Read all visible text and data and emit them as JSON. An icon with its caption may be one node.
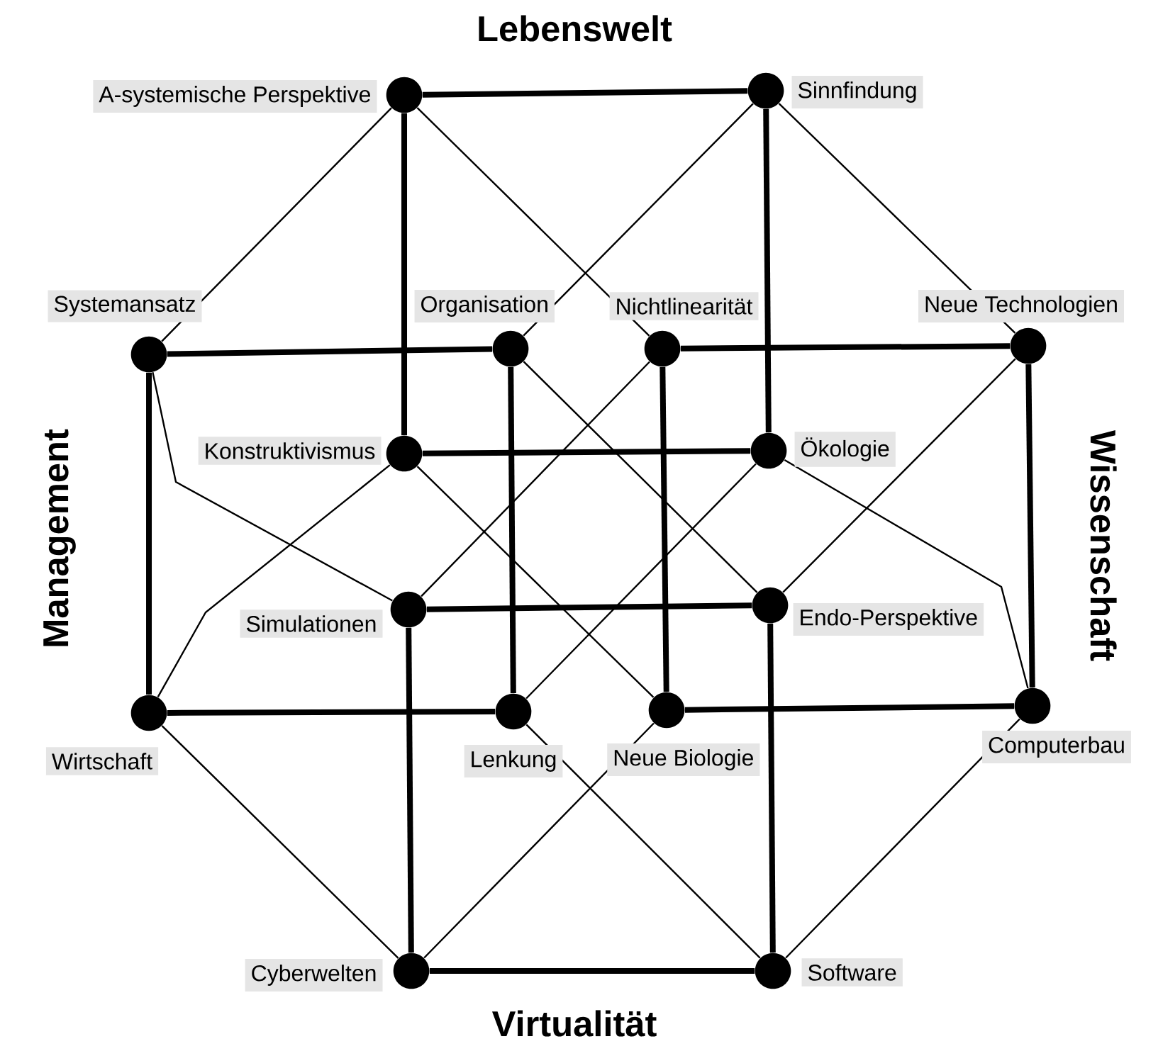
{
  "diagram": {
    "nodes": [
      {
        "text": [
          "A-systemische Perspektive"
        ]
      },
      {
        "text": [
          "Sinnfindung"
        ]
      },
      {
        "text": [
          "Systemansatz"
        ]
      },
      {
        "text": [
          "Organisation"
        ]
      },
      {
        "text": [
          "Nichtlinearität"
        ]
      },
      {
        "text": [
          "Neue Technologien"
        ]
      },
      {
        "text": [
          "Konstruktivismus"
        ]
      },
      {
        "text": [
          "Ökologie"
        ]
      },
      {
        "text": [
          "Simulationen"
        ]
      },
      {
        "text": [
          "Endo-Perspektive"
        ]
      },
      {
        "text": [
          "Wirtschaft"
        ]
      },
      {
        "text": [
          "Lenkung"
        ]
      },
      {
        "text": [
          "Neue Biologie"
        ]
      },
      {
        "text": [
          "Computerbau"
        ]
      },
      {
        "text": [
          "Cyberwelten"
        ]
      },
      {
        "text": [
          "Software"
        ]
      }
    ],
    "edges": [
      {
        "from": 0,
        "to": 1,
        "arrow": "none",
        "style": "thick"
      },
      {
        "from": 0,
        "to": 6,
        "arrow": "none",
        "style": "thick"
      },
      {
        "from": 1,
        "to": 7,
        "arrow": "none",
        "style": "thick"
      },
      {
        "from": 2,
        "to": 3,
        "arrow": "none",
        "style": "thick"
      },
      {
        "from": 4,
        "to": 5,
        "arrow": "none",
        "style": "thick"
      },
      {
        "from": 2,
        "to": 10,
        "arrow": "none",
        "style": "thick"
      },
      {
        "from": 3,
        "to": 11,
        "arrow": "none",
        "style": "thick"
      },
      {
        "from": 4,
        "to": 12,
        "arrow": "none",
        "style": "thick"
      },
      {
        "from": 5,
        "to": 13,
        "arrow": "none",
        "style": "thick"
      },
      {
        "from": 6,
        "to": 7,
        "arrow": "none",
        "style": "thick"
      },
      {
        "from": 8,
        "to": 9,
        "arrow": "none",
        "style": "thick"
      },
      {
        "from": 10,
        "to": 11,
        "arrow": "none",
        "style": "thick"
      },
      {
        "from": 12,
        "to": 13,
        "arrow": "none",
        "style": "thick"
      },
      {
        "from": 8,
        "to": 14,
        "arrow": "none",
        "style": "thick"
      },
      {
        "from": 9,
        "to": 15,
        "arrow": "none",
        "style": "thick"
      },
      {
        "from": 14,
        "to": 15,
        "arrow": "none",
        "style": "thick"
      },
      {
        "from": 0,
        "to": 2,
        "arrow": "none"
      },
      {
        "from": 0,
        "to": 4,
        "arrow": "none"
      },
      {
        "from": 1,
        "to": 3,
        "arrow": "none"
      },
      {
        "from": 1,
        "to": 5,
        "arrow": "none"
      },
      {
        "from": 2,
        "to": 8,
        "arrow": "none"
      },
      {
        "from": 3,
        "to": 9,
        "arrow": "none"
      },
      {
        "from": 6,
        "to": 12,
        "arrow": "none"
      },
      {
        "from": 7,
        "to": 13,
        "arrow": "none"
      },
      {
        "from": 8,
        "to": 4,
        "arrow": "none"
      },
      {
        "from": 11,
        "to": 7,
        "arrow": "none"
      },
      {
        "from": 10,
        "to": 6,
        "arrow": "none"
      },
      {
        "from": 9,
        "to": 5,
        "arrow": "none"
      },
      {
        "from": 10,
        "to": 14,
        "arrow": "none"
      },
      {
        "from": 11,
        "to": 15,
        "arrow": "none"
      },
      {
        "from": 12,
        "to": 14,
        "arrow": "none"
      },
      {
        "from": 13,
        "to": 15,
        "arrow": "none"
      }
    ],
    "labels": [
      "Lebenswelt",
      "Management",
      "Wissenschaft",
      "Virtualität"
    ]
  }
}
